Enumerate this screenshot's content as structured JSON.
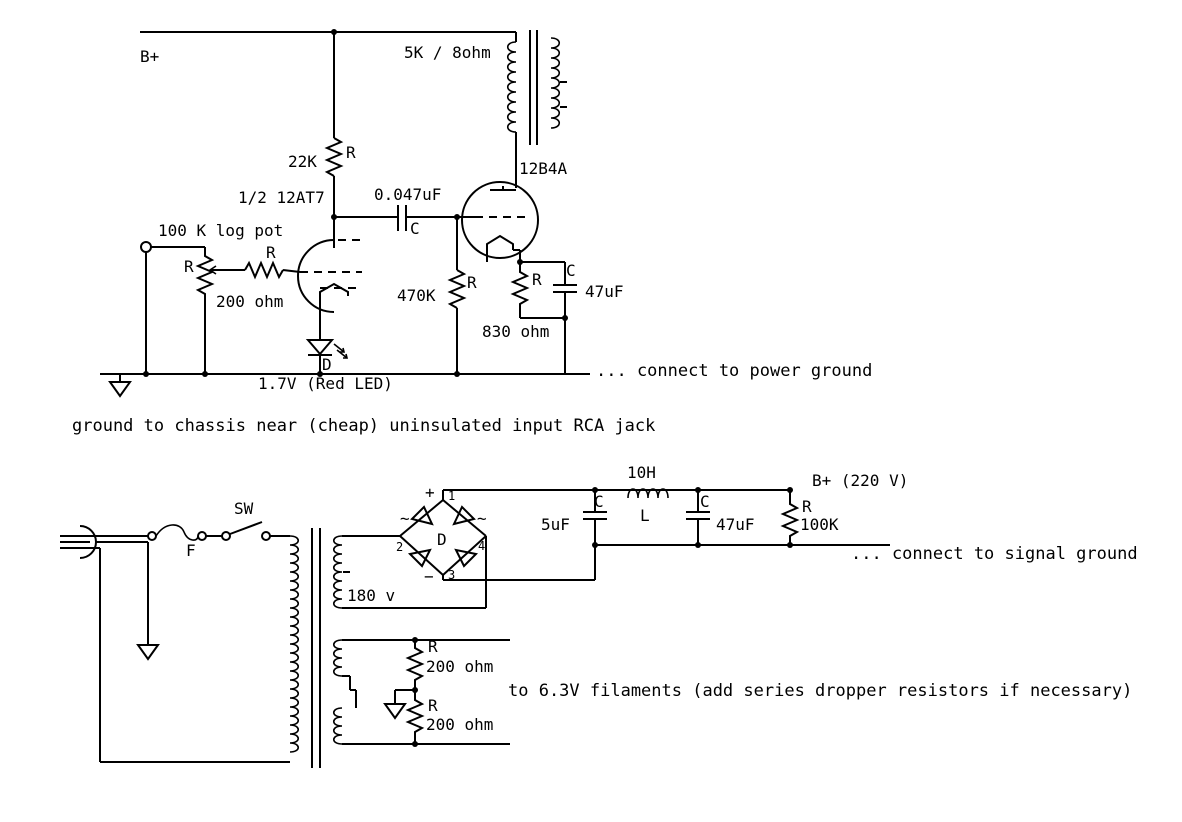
{
  "labels": {
    "bplus": "B+",
    "transformer": "5K / 8ohm",
    "r22k": "22K",
    "r_plate": "R",
    "tube1": "1/2 12AT7",
    "cap_coupling": "0.047uF",
    "c_coupling": "C",
    "tube2": "12B4A",
    "pot": "100 K log pot",
    "r_pot": "R",
    "r_grid": "R",
    "r_grid_value": "200 ohm",
    "r470k": "470K",
    "r_470": "R",
    "r_cath": "R",
    "c_cath": "C",
    "c47": "47uF",
    "r830": "830 ohm",
    "d_led": "D",
    "led_note": "1.7V (Red LED)",
    "power_ground": "... connect to power ground",
    "chassis_note": "ground to chassis near (cheap) uninsulated input RCA jack",
    "sw": "SW",
    "fuse": "F",
    "plus": "+",
    "minus": "−",
    "ac1": "~",
    "ac2": "~",
    "d_bridge": "D",
    "n1": "1",
    "n2": "2",
    "n3": "3",
    "n4": "4",
    "v180": "180 v",
    "c5_label": "C",
    "c5": "5uF",
    "l_value": "10H",
    "l_label": "L",
    "c47b_label": "C",
    "c47b": "47uF",
    "r100k_label": "R",
    "r100k": "100K",
    "bplus220": "B+ (220 V)",
    "signal_ground": "... connect to signal ground",
    "r200a_label": "R",
    "r200a": "200 ohm",
    "r200b_label": "R",
    "r200b": "200 ohm",
    "filaments": "to 6.3V filaments (add series dropper resistors if necessary)"
  }
}
